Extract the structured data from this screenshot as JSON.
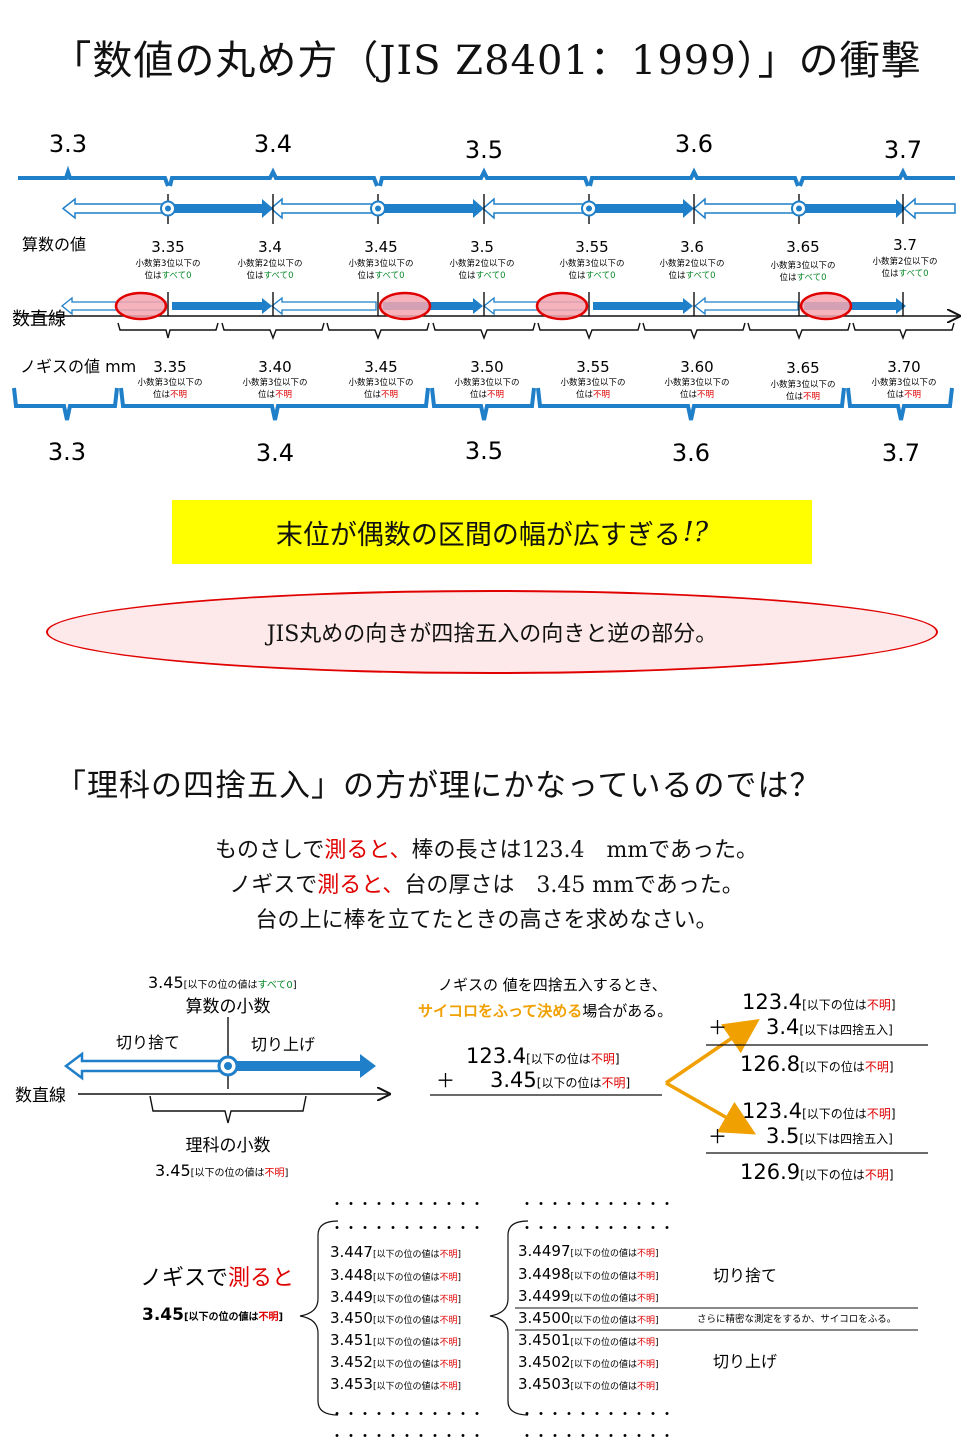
{
  "title_top": "「数値の丸め方（JIS Z8401：1999）」の衝撃",
  "top_ticks": [
    "3.3",
    "3.4",
    "3.5",
    "3.6",
    "3.7"
  ],
  "bottom_ticks": [
    "3.3",
    "3.4",
    "3.5",
    "3.6",
    "3.7"
  ],
  "row_labels": {
    "math": "算数の値",
    "numline": "数直線",
    "caliper": "ノギスの値 mm"
  },
  "math_values": [
    "3.35",
    "3.4",
    "3.45",
    "3.5",
    "3.55",
    "3.6",
    "3.65",
    "3.7"
  ],
  "math_notes_line1": [
    "小数第3位以下の",
    "小数第2位以下の",
    "小数第3位以下の",
    "小数第2位以下の",
    "小数第3位以下の",
    "小数第2位以下の",
    "小数第3位以下の",
    "小数第2位以下の"
  ],
  "math_note_prefix": "位は",
  "math_note_value": "すべて0",
  "caliper_values": [
    "3.35",
    "3.40",
    "3.45",
    "3.50",
    "3.55",
    "3.60",
    "3.65",
    "3.70"
  ],
  "caliper_notes_line1": [
    "小数第3位以下の",
    "小数第3位以下の",
    "小数第3位以下の",
    "小数第3位以下の",
    "小数第3位以下の",
    "小数第3位以下の",
    "小数第3位以下の",
    "小数第3位以下の"
  ],
  "caliper_note_prefix": "位は",
  "caliper_note_value": "不明",
  "yellow_box": {
    "text": "末位が偶数の区間の幅が広すぎる",
    "emph": "!?"
  },
  "ellipse_note": "JIS丸めの向きが四捨五入の向きと逆の部分。",
  "title_bottom": "「理科の四捨五入」の方が理にかなっているのでは？",
  "problem": {
    "line1_a": "ものさしで",
    "line1_red": "測ると、",
    "line1_b": "棒の長さは123.4　mmであった。",
    "line2_a": "ノギスで",
    "line2_red": "測ると、",
    "line2_b": "台の厚さは　3.45 mmであった。",
    "line3": "台の上に棒を立てたときの高さを求めなさい。"
  },
  "small_diagram": {
    "top_value": "3.45",
    "top_bracket_a": "[以下の位の値は",
    "top_bracket_green": "すべて0",
    "top_bracket_close": "]",
    "math_decimal": "算数の小数",
    "round_down": "切り捨て",
    "round_up": "切り上げ",
    "numline": "数直線",
    "science_decimal": "理科の小数",
    "bottom_value": "3.45",
    "bottom_bracket_a": "[以下の位の値は",
    "bottom_bracket_red": "不明",
    "bottom_bracket_close": "]"
  },
  "dice_note": {
    "line1": "ノギスの 値を四捨五入するとき、",
    "orange": "サイコロをふって決める",
    "line2_b": "場合がある。"
  },
  "sum_center": {
    "a": "123.4",
    "a_note_prefix": "[以下の位は",
    "a_note_red": "不明",
    "a_note_close": "]",
    "plus": "＋",
    "b": "3.45",
    "b_note_prefix": "[以下の位は",
    "b_note_red": "不明",
    "b_note_close": "]"
  },
  "sum_upper": {
    "a": "123.4",
    "a_note_prefix": "[以下の位は",
    "a_note_red": "不明",
    "a_note_close": "]",
    "plus": "＋",
    "b": "3.4",
    "b_note": "[以下は四捨五入]",
    "result": "126.8",
    "r_note_prefix": "[以下の位は",
    "r_note_red": "不明",
    "r_note_close": "]"
  },
  "sum_lower": {
    "a": "123.4",
    "a_note_prefix": "[以下の位は",
    "a_note_red": "不明",
    "a_note_close": "]",
    "plus": "＋",
    "b": "3.5",
    "b_note": "[以下は四捨五入]",
    "result": "126.9",
    "r_note_prefix": "[以下の位は",
    "r_note_red": "不明",
    "r_note_close": "]"
  },
  "caliper_measure": {
    "label_a": "ノギスで",
    "label_red": "測ると",
    "value": "3.45",
    "note_prefix": "[以下の位の値は",
    "note_red": "不明",
    "note_close": "]"
  },
  "dots": "・・・・・・・・・・・",
  "col1_values": [
    "3.447",
    "3.448",
    "3.449",
    "3.450",
    "3.451",
    "3.452",
    "3.453"
  ],
  "col2_values": [
    "3.4497",
    "3.4498",
    "3.4499",
    "3.4500",
    "3.4501",
    "3.4502",
    "3.4503"
  ],
  "list_note_prefix": "[以下の位の値は",
  "list_note_red": "不明",
  "list_note_close": "]",
  "round_down_label": "切り捨て",
  "round_up_label": "切り上げ",
  "precision_note": "さらに精密な測定をするか、サイコロをふる。",
  "colors": {
    "blue": "#1f7fc8",
    "red": "#e00000",
    "green": "#0a8a2a",
    "orange": "#f0a000",
    "yellow": "#ffff00",
    "pink": "#f4a6b0"
  }
}
